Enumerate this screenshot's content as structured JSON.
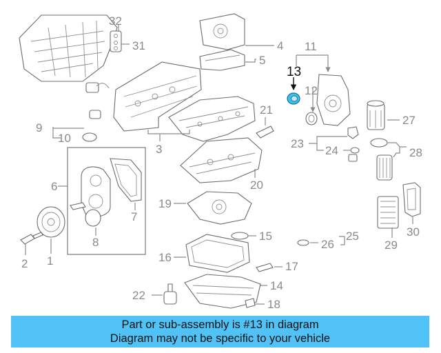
{
  "diagram": {
    "callouts": [
      "1",
      "2",
      "3",
      "4",
      "5",
      "6",
      "7",
      "8",
      "9",
      "10",
      "11",
      "12",
      "13",
      "14",
      "15",
      "16",
      "17",
      "18",
      "19",
      "20",
      "21",
      "22",
      "23",
      "24",
      "25",
      "26",
      "27",
      "28",
      "29",
      "30",
      "31",
      "32"
    ],
    "highlighted_callout": "13",
    "colors": {
      "highlight_part": "#3cc0ec",
      "lines": "#8a8a8a",
      "highlight_label": "#111111"
    }
  },
  "banner": {
    "line1": "Part or sub-assembly is #13 in diagram",
    "line2": "Diagram may not be specific to your vehicle",
    "background": "#50c2f5"
  }
}
